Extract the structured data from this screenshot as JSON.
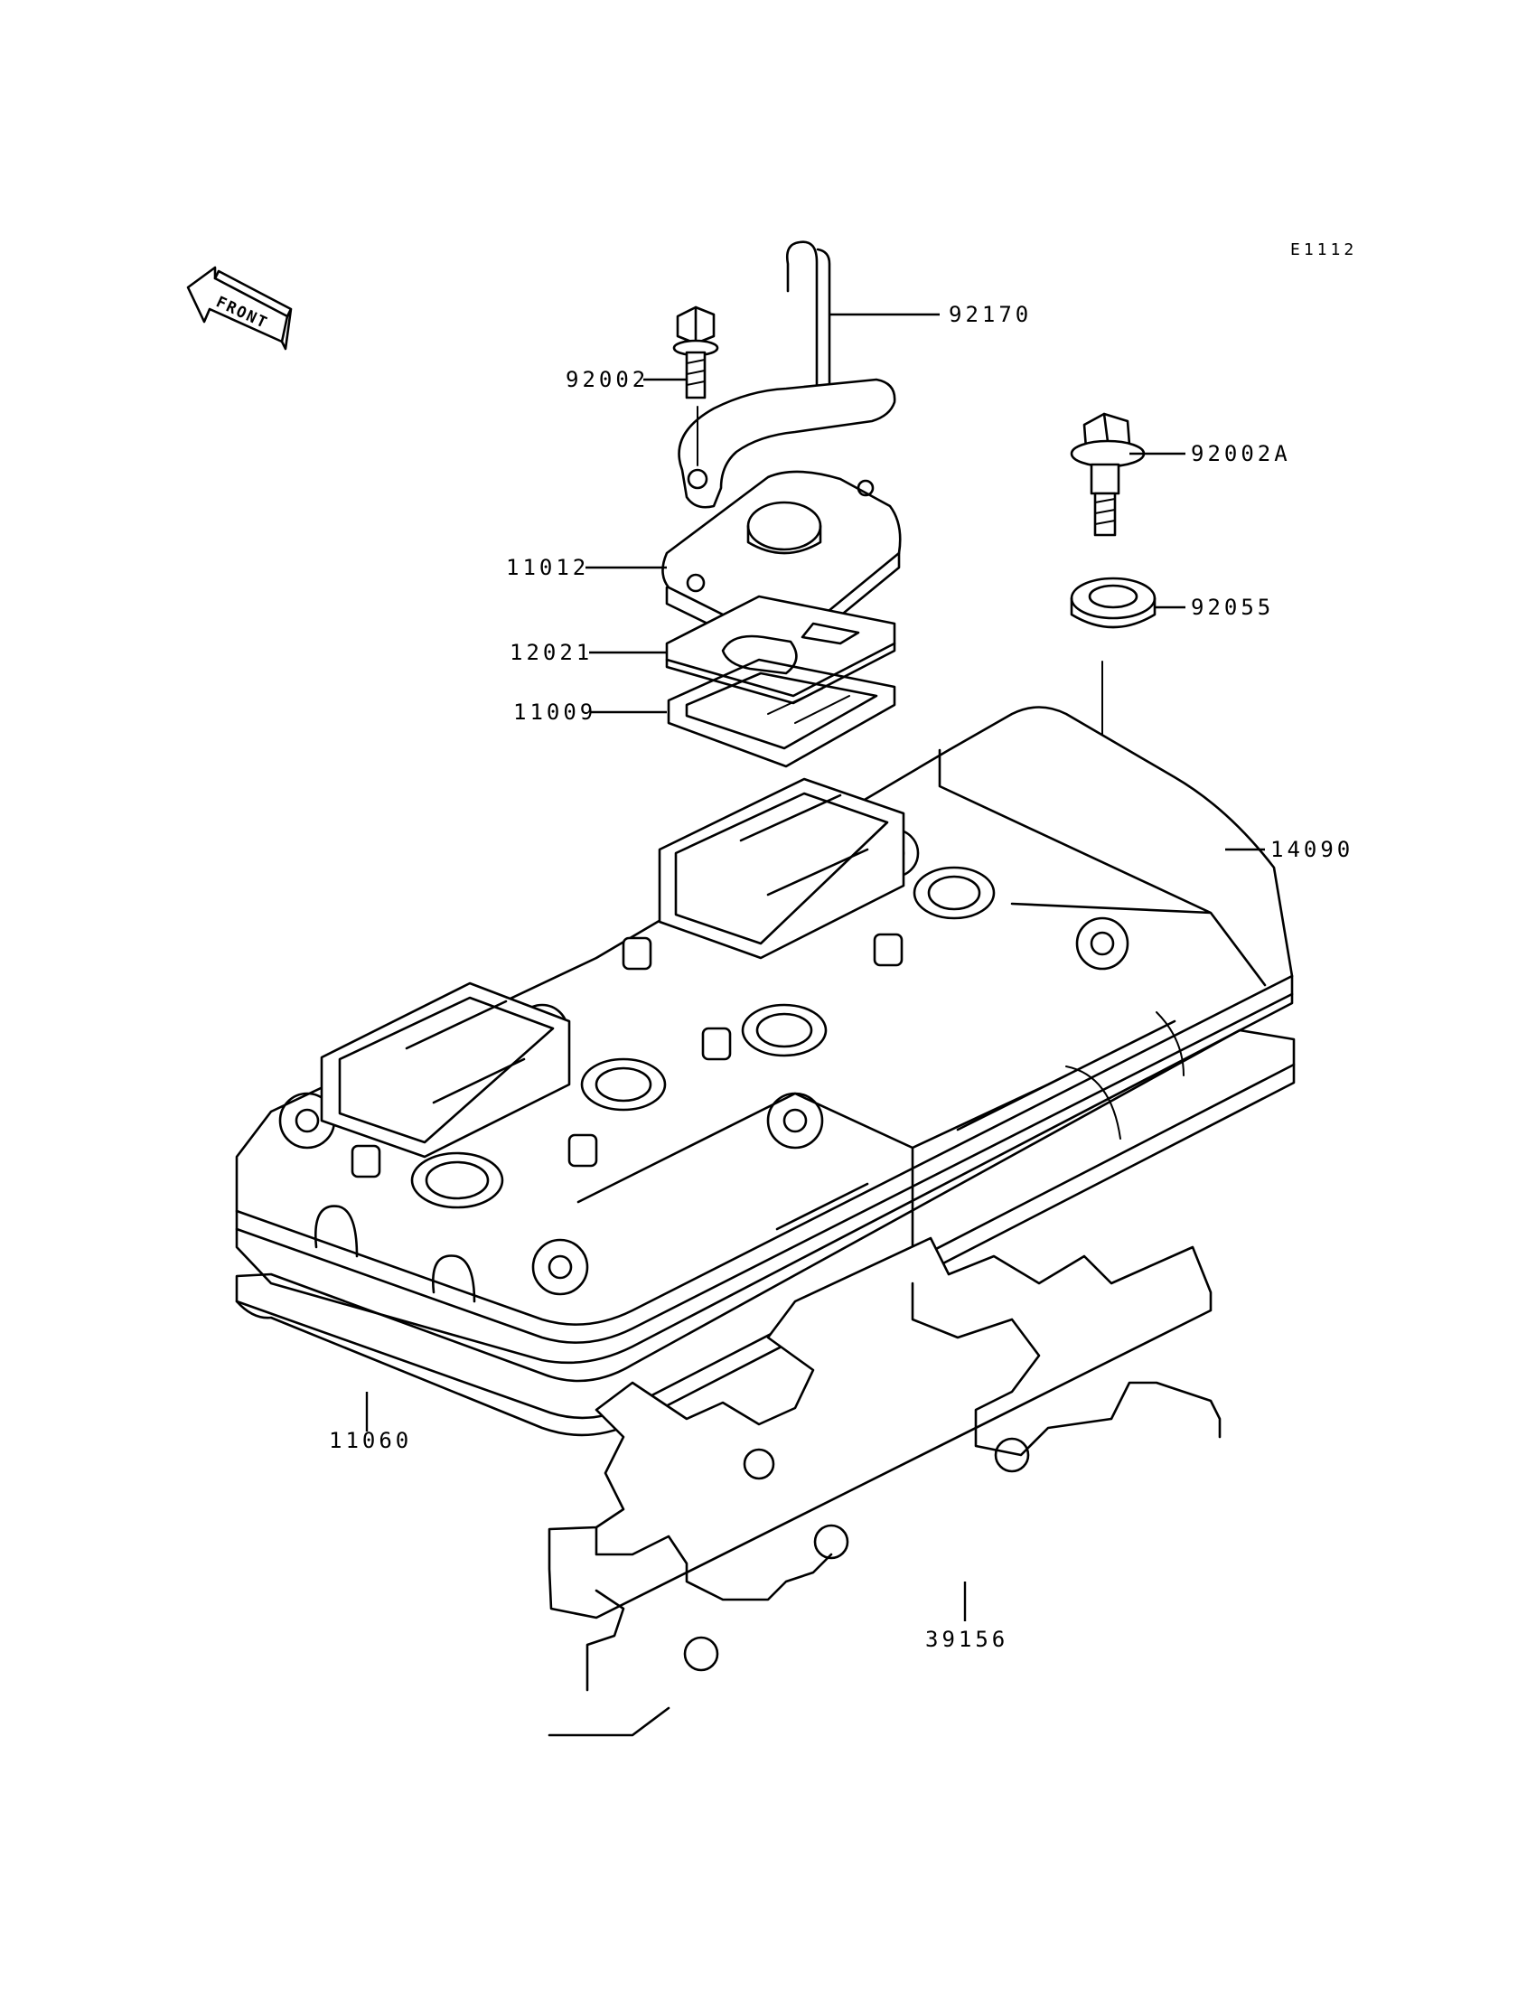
{
  "diagram_code": "E1112",
  "front_label": "FRONT",
  "parts": [
    {
      "id": "p92170",
      "number": "92170"
    },
    {
      "id": "p92002",
      "number": "92002"
    },
    {
      "id": "p92002A",
      "number": "92002A"
    },
    {
      "id": "p11012",
      "number": "11012"
    },
    {
      "id": "p92055",
      "number": "92055"
    },
    {
      "id": "p12021",
      "number": "12021"
    },
    {
      "id": "p11009",
      "number": "11009"
    },
    {
      "id": "p14090",
      "number": "14090"
    },
    {
      "id": "p11060",
      "number": "11060"
    },
    {
      "id": "p39156",
      "number": "39156"
    }
  ]
}
